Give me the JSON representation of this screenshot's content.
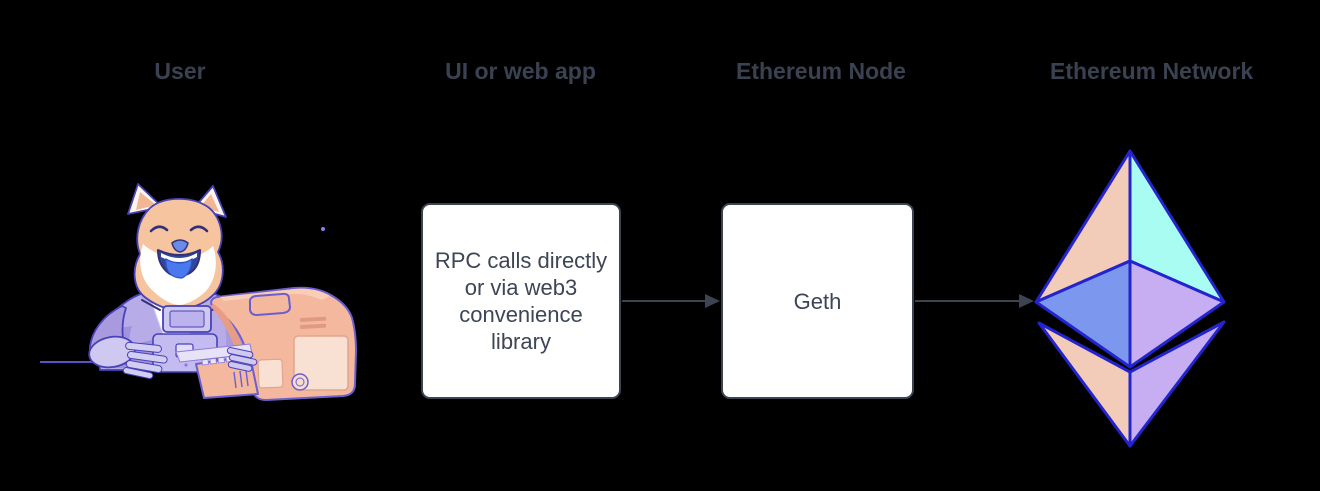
{
  "headers": [
    {
      "id": "user",
      "label": "User"
    },
    {
      "id": "ui",
      "label": "UI or web app"
    },
    {
      "id": "node",
      "label": "Ethereum Node"
    },
    {
      "id": "network",
      "label": "Ethereum Network"
    }
  ],
  "boxes": [
    {
      "id": "ui-box",
      "text": "RPC calls directly or via web3 convenience library"
    },
    {
      "id": "geth-box",
      "text": "Geth"
    }
  ],
  "icons": [
    {
      "name": "doge-astronaut-computer-illustration",
      "meaning": "user (doge in space suit) typing on a retro computer"
    },
    {
      "name": "arrow-right-icon",
      "meaning": "flow connector"
    },
    {
      "name": "ethereum-logo-icon",
      "meaning": "Ethereum network octahedron logo"
    }
  ],
  "colors": {
    "background": "#000000",
    "heading_text": "#3a4150",
    "box_text": "#3d4556",
    "box_border": "#3c4452",
    "box_fill": "#ffffff",
    "arrow": "#3c4452",
    "eth_outline": "#2424cf",
    "eth_peach": "#f2ccb8",
    "eth_mint": "#a9fcf1",
    "eth_blue": "#7c98ee",
    "eth_purple": "#c7aef3",
    "doge_fur": "#f6c49e",
    "doge_suit": "#b7abe8",
    "doge_tongue": "#4a79ee",
    "computer_salmon": "#f4b89f",
    "line_purple": "#5a50c8"
  }
}
